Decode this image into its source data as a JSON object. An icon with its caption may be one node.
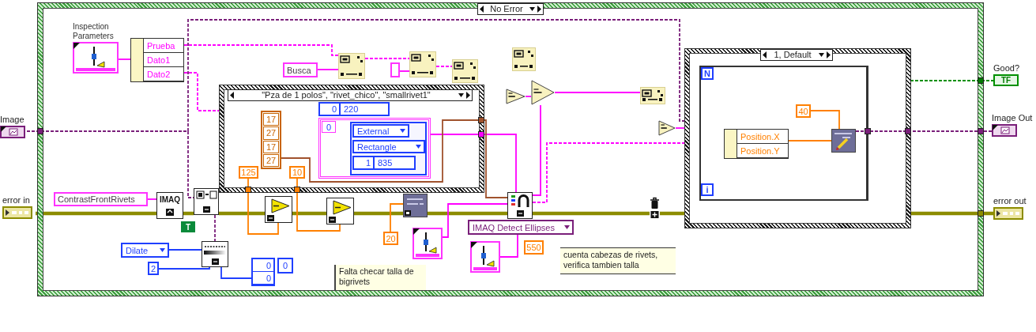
{
  "diagram": {
    "nodes": [
      {
        "text": [
          "No Error"
        ]
      },
      {
        "text": [
          "Image"
        ]
      },
      {
        "text": [
          "error in"
        ]
      },
      {
        "text": [
          "Inspection Parameters"
        ],
        "in": 0
      },
      {
        "text": [
          "Prueba",
          "Dato1",
          "Dato2"
        ],
        "in": 0
      },
      {
        "text": [
          "Busca"
        ],
        "in": 0
      },
      {
        "text": [
          "\"Pza de 1 polos\", \"rivet_chico\", \"smallrivet1\""
        ],
        "in": 0
      },
      {
        "text": [
          "17",
          "27",
          "17",
          "27"
        ],
        "in": 6
      },
      {
        "text": [
          "0",
          "220"
        ],
        "in": 6
      },
      {
        "text": [
          "0"
        ],
        "in": 6
      },
      {
        "text": [],
        "shape": "box",
        "in": 9
      },
      {
        "text": [
          "1",
          "835"
        ],
        "in": 10
      },
      {
        "text": [
          "125"
        ],
        "in": 6
      },
      {
        "text": [
          "10"
        ],
        "in": 6
      },
      {
        "text": [
          "ContrastFrontRivets"
        ],
        "in": 0
      },
      {
        "text": [
          "IMAQ"
        ],
        "in": 0
      },
      {
        "text": [
          "T"
        ],
        "in": 0
      },
      {
        "text": [
          "Dilate"
        ],
        "in": 0
      },
      {
        "text": [
          "2"
        ],
        "in": 0
      },
      {
        "text": [
          "0",
          "0",
          "0"
        ],
        "in": 0
      },
      {
        "text": [
          "20"
        ],
        "in": 0
      },
      {
        "text": [
          "IMAQ Detect Ellipses"
        ],
        "in": 0
      },
      {
        "text": [
          "550"
        ],
        "in": 0
      },
      {
        "text": [
          "Falta checar talla de bigrivets"
        ],
        "in": 0
      },
      {
        "text": [
          "cuenta cabezas de rivets, verifica tambien talla"
        ],
        "in": 0
      },
      {
        "text": [
          "1, Default"
        ],
        "in": 0
      },
      {
        "text": [],
        "shape": "box",
        "in": 25
      },
      {
        "text": [
          "N"
        ],
        "in": 26
      },
      {
        "text": [
          "i"
        ],
        "in": 26
      },
      {
        "text": [
          "40"
        ],
        "in": 26
      },
      {
        "text": [
          "Position.X",
          "Position.Y"
        ],
        "in": 26
      },
      {
        "text": [
          "Good?",
          "TF"
        ]
      },
      {
        "text": [
          "Image Out"
        ]
      },
      {
        "text": [
          "error out"
        ]
      },
      {
        "text": [],
        "shape": "picture",
        "in": 0
      },
      {
        "text": [],
        "shape": "picture",
        "in": 0
      },
      {
        "text": [],
        "shape": "picture",
        "in": 0
      },
      {
        "text": [],
        "shape": "picture",
        "in": 0
      },
      {
        "text": [],
        "shape": "picture",
        "in": 0
      },
      {
        "text": [],
        "shape": "picture",
        "in": 0
      },
      {
        "text": [],
        "shape": "picture",
        "in": 0
      },
      {
        "text": [],
        "shape": "picture",
        "in": 0
      },
      {
        "text": [],
        "shape": "picture",
        "in": 0
      },
      {
        "text": [],
        "shape": "picture",
        "in": 0
      },
      {
        "text": [],
        "shape": "picture",
        "in": 0
      },
      {
        "text": [],
        "shape": "picture",
        "in": 0
      },
      {
        "text": [],
        "shape": "picture",
        "in": 0
      },
      {
        "text": [],
        "shape": "picture",
        "in": 0
      },
      {
        "text": [],
        "shape": "picture",
        "in": 0
      },
      {
        "text": [],
        "shape": "picture",
        "in": 0
      },
      {
        "text": [],
        "shape": "picture",
        "in": 0
      },
      {
        "text": [],
        "shape": "picture",
        "in": 26
      },
      {
        "text": [],
        "shape": "box",
        "in": 0
      },
      {
        "text": [
          "External"
        ],
        "in": 10
      },
      {
        "text": [
          "Rectangle"
        ],
        "in": 10
      }
    ],
    "edges": [
      {
        "from": 3,
        "to": 4,
        "arrow": "none"
      },
      {
        "from": 4,
        "to": 6,
        "arrow": "none",
        "style": "dashed"
      },
      {
        "from": 4,
        "to": 43,
        "arrow": "none",
        "style": "dashed"
      },
      {
        "from": 5,
        "to": 43,
        "arrow": "none"
      },
      {
        "from": 43,
        "to": 44,
        "arrow": "none",
        "style": "dashed"
      },
      {
        "from": 52,
        "to": 44,
        "arrow": "none"
      },
      {
        "from": 44,
        "to": 45,
        "arrow": "none",
        "style": "dashed"
      },
      {
        "from": 1,
        "to": 34,
        "arrow": "none",
        "style": "dashed",
        "color": "#7a1f7a"
      },
      {
        "from": 1,
        "to": 25,
        "arrow": "none",
        "style": "dashed",
        "color": "#7a1f7a"
      },
      {
        "from": 51,
        "to": 32,
        "arrow": "none",
        "style": "dashed",
        "color": "#7a1f7a"
      },
      {
        "from": 2,
        "to": 15,
        "arrow": "none",
        "style": "thick",
        "color": "#8c8c00"
      },
      {
        "from": 14,
        "to": 15,
        "arrow": "none"
      },
      {
        "from": 15,
        "to": 34,
        "arrow": "none",
        "style": "thick",
        "color": "#8c8c00"
      },
      {
        "from": 34,
        "to": 36,
        "arrow": "none",
        "style": "thick",
        "color": "#8c8c00"
      },
      {
        "from": 36,
        "to": 37,
        "arrow": "none",
        "style": "thick",
        "color": "#8c8c00"
      },
      {
        "from": 37,
        "to": 38,
        "arrow": "none",
        "style": "thick",
        "color": "#8c8c00"
      },
      {
        "from": 38,
        "to": 40,
        "arrow": "none",
        "style": "thick",
        "color": "#8c8c00"
      },
      {
        "from": 40,
        "to": 42,
        "arrow": "none",
        "style": "thick",
        "color": "#8c8c00"
      },
      {
        "from": 42,
        "to": 25,
        "arrow": "none",
        "style": "thick",
        "color": "#8c8c00"
      },
      {
        "from": 25,
        "to": 33,
        "arrow": "none",
        "style": "thick",
        "color": "#8c8c00"
      },
      {
        "from": 17,
        "to": 35,
        "arrow": "none",
        "color": "#1f3fff"
      },
      {
        "from": 18,
        "to": 35,
        "arrow": "none",
        "color": "#1f3fff"
      },
      {
        "from": 35,
        "to": 19,
        "arrow": "none",
        "color": "#1f3fff"
      },
      {
        "from": 34,
        "to": 35,
        "arrow": "none",
        "style": "dashed",
        "color": "#7a1f7a"
      },
      {
        "from": 12,
        "to": 36,
        "arrow": "none",
        "color": "#ff8000"
      },
      {
        "from": 13,
        "to": 37,
        "arrow": "none",
        "color": "#ff8000"
      },
      {
        "from": 20,
        "to": 38,
        "arrow": "none",
        "color": "#ff8000"
      },
      {
        "from": 39,
        "to": 40,
        "arrow": "none"
      },
      {
        "from": 41,
        "to": 21,
        "arrow": "none"
      },
      {
        "from": 9,
        "to": 40,
        "arrow": "none"
      },
      {
        "from": 7,
        "to": 40,
        "arrow": "none",
        "color": "#a0522d"
      },
      {
        "from": 47,
        "to": 48,
        "arrow": "none"
      },
      {
        "from": 48,
        "to": 49,
        "arrow": "none"
      },
      {
        "from": 40,
        "to": 48,
        "arrow": "none"
      },
      {
        "from": 50,
        "to": 25,
        "arrow": "none"
      },
      {
        "from": 40,
        "to": 25,
        "arrow": "none",
        "style": "dashed"
      },
      {
        "from": 29,
        "to": 51,
        "arrow": "none",
        "color": "#ff8000"
      },
      {
        "from": 30,
        "to": 51,
        "arrow": "none",
        "color": "#ff8000"
      },
      {
        "from": 25,
        "to": 31,
        "arrow": "none",
        "style": "dashed",
        "color": "#009000"
      }
    ]
  }
}
